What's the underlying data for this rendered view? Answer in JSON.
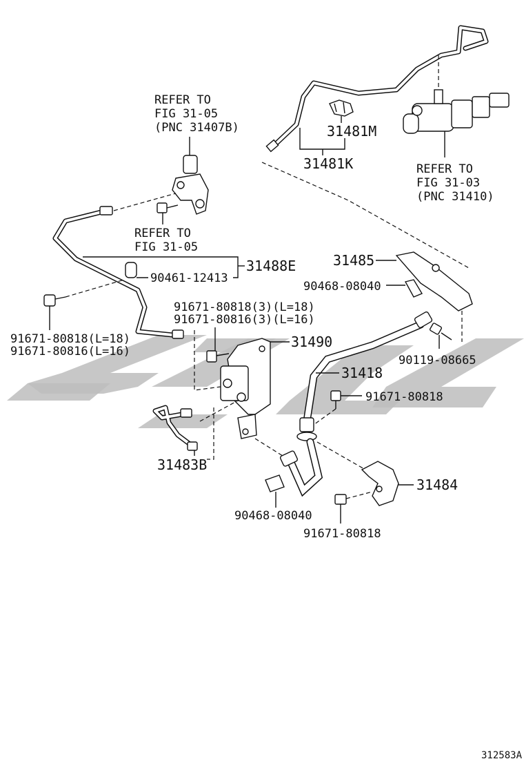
{
  "diagram_id": "312583A",
  "references": {
    "ref_top": [
      "REFER TO",
      "FIG 31-05",
      "(PNC 31407B)"
    ],
    "ref_mid": [
      "REFER TO",
      "FIG 31-05"
    ],
    "ref_right": [
      "REFER TO",
      "FIG 31-03",
      "(PNC 31410)"
    ]
  },
  "parts": {
    "p31481M": "31481M",
    "p31481K": "31481K",
    "p31488E": "31488E",
    "p90461_12413": "90461-12413",
    "p91671_left_a": "91671-80818(L=18)",
    "p91671_left_b": "91671-80816(L=16)",
    "p91671_mid_a": "91671-80818(3)(L=18)",
    "p91671_mid_b": "91671-80816(3)(L=16)",
    "p31490": "31490",
    "p31485": "31485",
    "p90468_top": "90468-08040",
    "p90119": "90119-08665",
    "p31418": "31418",
    "p91671_right": "91671-80818",
    "p31483B": "31483B",
    "p31484": "31484",
    "p90468_bottom": "90468-08040",
    "p91671_bottom": "91671-80818"
  },
  "watermark_color": "#bdbdbd"
}
